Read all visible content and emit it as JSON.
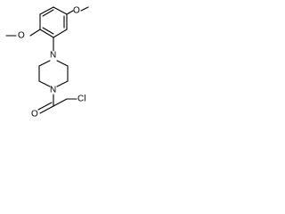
{
  "molecule": {
    "atoms": {
      "methoxy_top": "O",
      "methoxy_left": "O",
      "nitrogen_top": "N",
      "nitrogen_bottom": "N",
      "carbonyl_oxygen": "O",
      "chlorine": "Cl"
    },
    "colors": {
      "bond": "#000000",
      "label": "#000000",
      "background": "#ffffff"
    }
  }
}
